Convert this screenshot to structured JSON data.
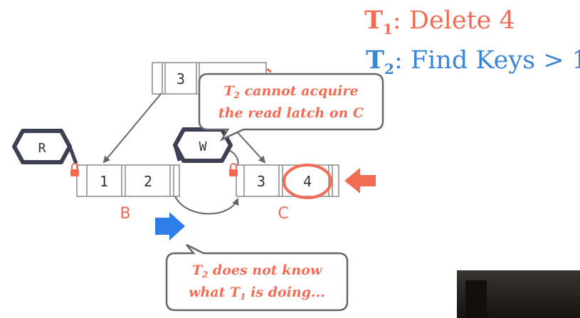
{
  "legend": {
    "t1_letter": "T",
    "t1_sub": "1",
    "t1_text": ": Delete 4",
    "t2_letter": "T",
    "t2_sub": "2",
    "t2_text": ": Find Keys > 1"
  },
  "root_node": {
    "key": "3"
  },
  "node_b": {
    "label": "B",
    "keys": [
      "1",
      "2"
    ]
  },
  "node_c": {
    "label": "C",
    "keys": [
      "3",
      "4"
    ]
  },
  "latches": {
    "r_label": "R",
    "w_label": "W"
  },
  "callout_top": {
    "line1_a": "T",
    "line1_sub": "2",
    "line1_b": " cannot acquire",
    "line2": "the read latch on C"
  },
  "callout_bottom": {
    "line1_a": "T",
    "line1_sub": "2",
    "line1_b": " does not know",
    "line2_a": "what T",
    "line2_sub": "1",
    "line2_b": " is doing..."
  },
  "colors": {
    "red": "#f26b55",
    "blue": "#2f7de6",
    "dark": "#3d3f55",
    "node_border": "#888888"
  }
}
